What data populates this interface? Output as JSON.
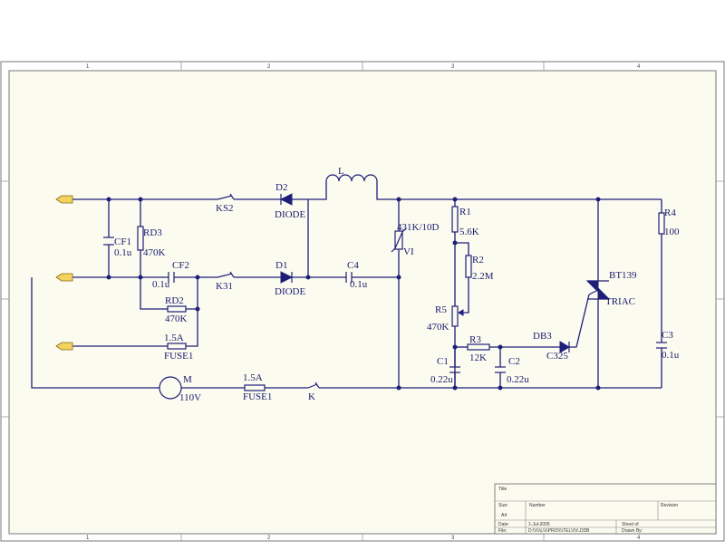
{
  "zones": {
    "top": [
      "1",
      "2",
      "3",
      "4"
    ],
    "bottom": [
      "1",
      "2",
      "3",
      "4"
    ]
  },
  "labels": {
    "ks2": "KS2",
    "ks1": "K31",
    "k": "K",
    "d2": "D2",
    "d2v": "DIODE",
    "d1": "D1",
    "d1v": "DIODE",
    "l": "L",
    "cf1": "CF1",
    "cf1v": "0.1u",
    "rd3": "RD3",
    "rd3v": "470K",
    "cf2": "CF2",
    "cf2v": "0.1u",
    "rd2": "RD2",
    "rd2v": "470K",
    "fuse_a": "1.5A",
    "fuse_a_name": "FUSE1",
    "fuse_b": "1.5A",
    "fuse_b_name": "FUSE1",
    "motor": "M",
    "motor_v": "110V",
    "c4": "C4",
    "c4v": "0.1u",
    "vr": "431K/10D",
    "vr_name": "VI",
    "r1": "R1",
    "r1v": "5.6K",
    "r2": "R2",
    "r2v": "2.2M",
    "r5": "R5",
    "r5v": "470K",
    "c1": "C1",
    "c1v": "0.22u",
    "r3": "R3",
    "r3v": "12K",
    "c2": "C2",
    "c2v": "0.22u",
    "db3": "DB3",
    "db3v": "C325",
    "triac": "BT139",
    "triac_type": "TRIAC",
    "r4": "R4",
    "r4v": "100",
    "c3": "C3",
    "c3v": "0.1u"
  },
  "title_block": {
    "title": "Title",
    "size": "Size",
    "size_val": "A4",
    "number": "Number",
    "revision": "Revision",
    "date": "Date:",
    "date_val": "1-Jul-2005",
    "sheet": "Sheet of",
    "file": "File:",
    "file_val": "D:\\\\\\\\\\\\L\\\\\\\\PRO\\\\\\\\TEL\\\\\\\\\\\\.DDB",
    "drawn": "Drawn By:"
  }
}
